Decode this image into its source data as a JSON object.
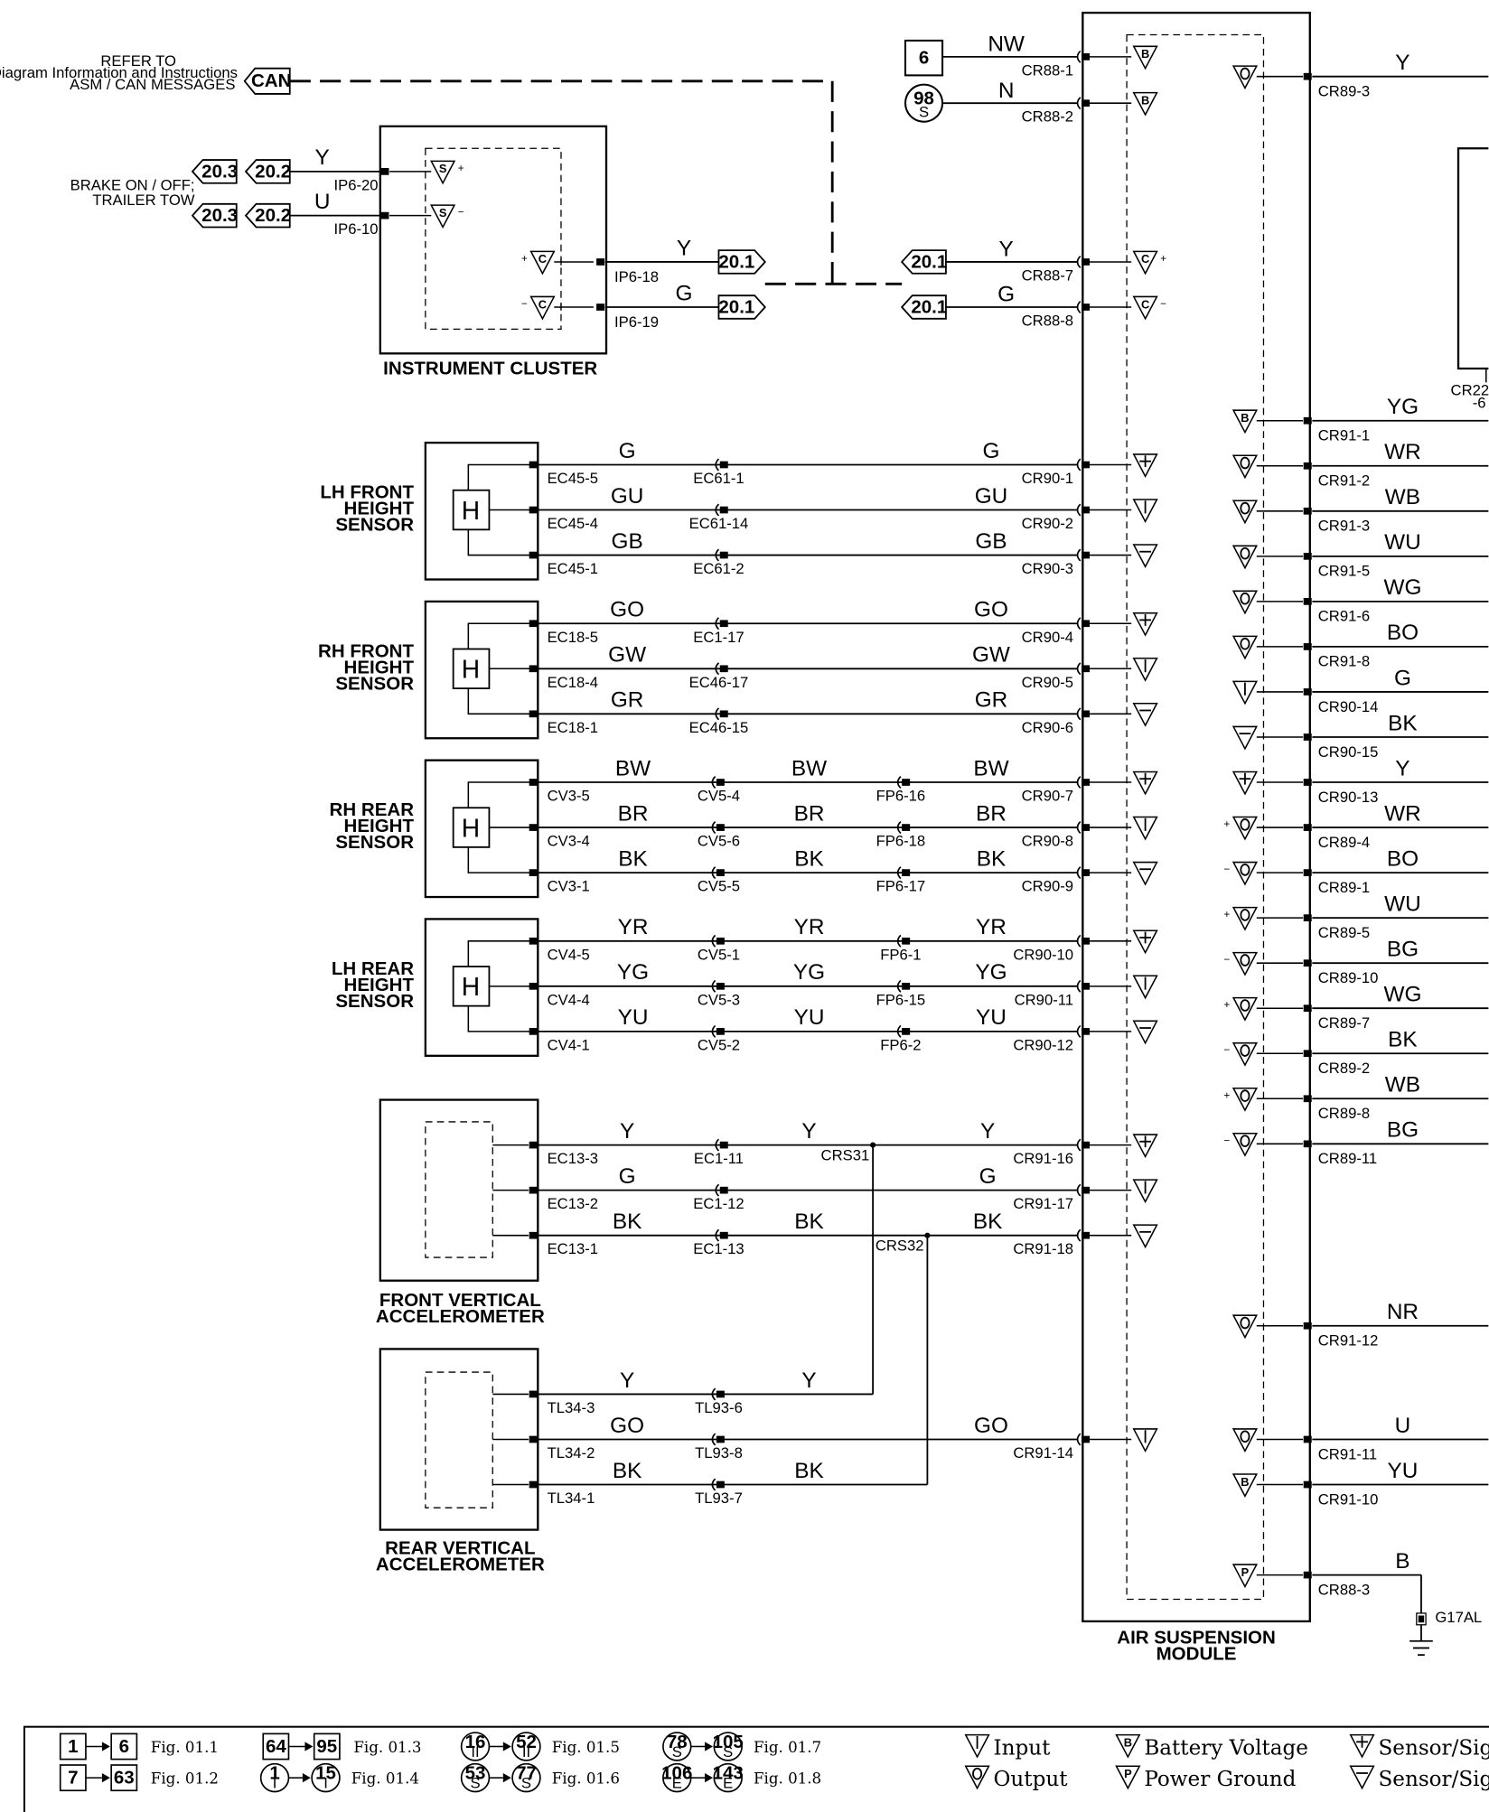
{
  "can_note": {
    "lines": [
      "REFER TO",
      "Diagram Information and Instructions",
      "ASM / CAN MESSAGES"
    ],
    "tag": "CAN"
  },
  "brake_note": [
    "BRAKE ON / OFF;",
    "TRAILER TOW"
  ],
  "instrument_cluster": {
    "name": "INSTRUMENT CLUSTER",
    "inputs": [
      {
        "refs": [
          "20.3",
          "20.2"
        ],
        "wire": "Y",
        "pin": "IP6-20",
        "sym": "S",
        "sign": "+"
      },
      {
        "refs": [
          "20.3",
          "20.2"
        ],
        "wire": "U",
        "pin": "IP6-10",
        "sym": "S",
        "sign": "−"
      }
    ],
    "outputs": [
      {
        "pin": "IP6-18",
        "wire": "Y",
        "ref": "20.1",
        "sym": "C",
        "sign": "+"
      },
      {
        "pin": "IP6-19",
        "wire": "G",
        "ref": "20.1",
        "sym": "C",
        "sign": "−"
      }
    ]
  },
  "asm_top_left": [
    {
      "box": "6",
      "wire": "NW",
      "pin": "CR88-1",
      "sym": "B"
    },
    {
      "circle": "98",
      "circle_sub": "S",
      "wire": "N",
      "pin": "CR88-2",
      "sym": "B"
    },
    {
      "ref": "20.1",
      "wire": "Y",
      "pin": "CR88-7",
      "sym": "C",
      "sign": "+"
    },
    {
      "ref": "20.1",
      "wire": "G",
      "pin": "CR88-8",
      "sym": "C",
      "sign": "−"
    }
  ],
  "sensors": [
    {
      "name": [
        "LH FRONT",
        "HEIGHT",
        "SENSOR"
      ],
      "wires": [
        {
          "pin": "EC45-5",
          "segs": [
            {
              "w": "G",
              "p": "EC61-1"
            }
          ],
          "w_end": "G",
          "asm": "CR90-1",
          "sym": "+"
        },
        {
          "pin": "EC45-4",
          "segs": [
            {
              "w": "GU",
              "p": "EC61-14"
            }
          ],
          "w_end": "GU",
          "asm": "CR90-2",
          "sym": "I"
        },
        {
          "pin": "EC45-1",
          "segs": [
            {
              "w": "GB",
              "p": "EC61-2"
            }
          ],
          "w_end": "GB",
          "asm": "CR90-3",
          "sym": "−"
        }
      ]
    },
    {
      "name": [
        "RH FRONT",
        "HEIGHT",
        "SENSOR"
      ],
      "wires": [
        {
          "pin": "EC18-5",
          "segs": [
            {
              "w": "GO",
              "p": "EC1-17"
            }
          ],
          "w_end": "GO",
          "asm": "CR90-4",
          "sym": "+"
        },
        {
          "pin": "EC18-4",
          "segs": [
            {
              "w": "GW",
              "p": "EC46-17"
            }
          ],
          "w_end": "GW",
          "asm": "CR90-5",
          "sym": "I"
        },
        {
          "pin": "EC18-1",
          "segs": [
            {
              "w": "GR",
              "p": "EC46-15"
            }
          ],
          "w_end": "GR",
          "asm": "CR90-6",
          "sym": "−"
        }
      ]
    },
    {
      "name": [
        "RH REAR",
        "HEIGHT",
        "SENSOR"
      ],
      "wires": [
        {
          "pin": "CV3-5",
          "segs": [
            {
              "w": "BW",
              "p": "CV5-4"
            },
            {
              "w": "BW",
              "p": "FP6-16"
            }
          ],
          "w_end": "BW",
          "asm": "CR90-7",
          "sym": "+"
        },
        {
          "pin": "CV3-4",
          "segs": [
            {
              "w": "BR",
              "p": "CV5-6"
            },
            {
              "w": "BR",
              "p": "FP6-18"
            }
          ],
          "w_end": "BR",
          "asm": "CR90-8",
          "sym": "I"
        },
        {
          "pin": "CV3-1",
          "segs": [
            {
              "w": "BK",
              "p": "CV5-5"
            },
            {
              "w": "BK",
              "p": "FP6-17"
            }
          ],
          "w_end": "BK",
          "asm": "CR90-9",
          "sym": "−"
        }
      ]
    },
    {
      "name": [
        "LH REAR",
        "HEIGHT",
        "SENSOR"
      ],
      "wires": [
        {
          "pin": "CV4-5",
          "segs": [
            {
              "w": "YR",
              "p": "CV5-1"
            },
            {
              "w": "YR",
              "p": "FP6-1"
            }
          ],
          "w_end": "YR",
          "asm": "CR90-10",
          "sym": "+"
        },
        {
          "pin": "CV4-4",
          "segs": [
            {
              "w": "YG",
              "p": "CV5-3"
            },
            {
              "w": "YG",
              "p": "FP6-15"
            }
          ],
          "w_end": "YG",
          "asm": "CR90-11",
          "sym": "I"
        },
        {
          "pin": "CV4-1",
          "segs": [
            {
              "w": "YU",
              "p": "CV5-2"
            },
            {
              "w": "YU",
              "p": "FP6-2"
            }
          ],
          "w_end": "YU",
          "asm": "CR90-12",
          "sym": "−"
        }
      ]
    }
  ],
  "front_accel": {
    "name": [
      "FRONT VERTICAL",
      "ACCELEROMETER"
    ],
    "wires": [
      {
        "pin": "EC13-3",
        "w1": "Y",
        "p": "EC1-11",
        "w2": "Y",
        "w_end": "Y",
        "asm": "CR91-16",
        "sym": "+"
      },
      {
        "pin": "EC13-2",
        "w1": "G",
        "p": "EC1-12",
        "w2": "",
        "w_end": "G",
        "asm": "CR91-17",
        "sym": "I"
      },
      {
        "pin": "EC13-1",
        "w1": "BK",
        "p": "EC1-13",
        "w2": "BK",
        "w_end": "BK",
        "asm": "CR91-18",
        "sym": "−"
      }
    ],
    "splices": [
      "CRS31",
      "CRS32"
    ]
  },
  "rear_accel": {
    "name": [
      "REAR VERTICAL",
      "ACCELEROMETER"
    ],
    "wires": [
      {
        "pin": "TL34-3",
        "w1": "Y",
        "p": "TL93-6",
        "w2": "Y"
      },
      {
        "pin": "TL34-2",
        "w1": "GO",
        "p": "TL93-8",
        "w2": "",
        "w_end": "GO",
        "asm": "CR91-14",
        "sym": "I"
      },
      {
        "pin": "TL34-1",
        "w1": "BK",
        "p": "TL93-7",
        "w2": "BK"
      }
    ]
  },
  "asm": {
    "name": [
      "AIR SUSPENSION",
      "MODULE"
    ],
    "right": [
      {
        "sym": "O",
        "sign": "",
        "wire": "Y",
        "pin": "CR89-3"
      },
      {
        "sym": "B",
        "sign": "",
        "wire": "YG",
        "pin": "CR91-1"
      },
      {
        "sym": "O",
        "sign": "",
        "wire": "WR",
        "pin": "CR91-2"
      },
      {
        "sym": "O",
        "sign": "",
        "wire": "WB",
        "pin": "CR91-3"
      },
      {
        "sym": "O",
        "sign": "",
        "wire": "WU",
        "pin": "CR91-5"
      },
      {
        "sym": "O",
        "sign": "",
        "wire": "WG",
        "pin": "CR91-6"
      },
      {
        "sym": "O",
        "sign": "",
        "wire": "BO",
        "pin": "CR91-8"
      },
      {
        "sym": "I",
        "sign": "",
        "wire": "G",
        "pin": "CR90-14"
      },
      {
        "sym": "−",
        "sign": "",
        "wire": "BK",
        "pin": "CR90-15"
      },
      {
        "sym": "+",
        "sign": "",
        "wire": "Y",
        "pin": "CR90-13"
      },
      {
        "sym": "O",
        "sign": "+",
        "wire": "WR",
        "pin": "CR89-4"
      },
      {
        "sym": "O",
        "sign": "−",
        "wire": "BO",
        "pin": "CR89-1"
      },
      {
        "sym": "O",
        "sign": "+",
        "wire": "WU",
        "pin": "CR89-5"
      },
      {
        "sym": "O",
        "sign": "−",
        "wire": "BG",
        "pin": "CR89-10"
      },
      {
        "sym": "O",
        "sign": "+",
        "wire": "WG",
        "pin": "CR89-7"
      },
      {
        "sym": "O",
        "sign": "−",
        "wire": "BK",
        "pin": "CR89-2"
      },
      {
        "sym": "O",
        "sign": "+",
        "wire": "WB",
        "pin": "CR89-8"
      },
      {
        "sym": "O",
        "sign": "−",
        "wire": "BG",
        "pin": "CR89-11"
      },
      {
        "sym": "O",
        "sign": "",
        "wire": "NR",
        "pin": "CR91-12"
      },
      {
        "sym": "O",
        "sign": "",
        "wire": "U",
        "pin": "CR91-11"
      },
      {
        "sym": "B",
        "sign": "",
        "wire": "YU",
        "pin": "CR91-10"
      },
      {
        "sym": "P",
        "sign": "",
        "wire": "B",
        "pin": "CR88-3"
      }
    ],
    "ground": "G17AL",
    "partial_label": [
      "CR22",
      "-6"
    ]
  },
  "legend": {
    "figs": [
      {
        "from": "1",
        "to": "6",
        "shape": "box",
        "sub": "",
        "fig": "Fig. 01.1"
      },
      {
        "from": "7",
        "to": "63",
        "shape": "box",
        "sub": "",
        "fig": "Fig. 01.2"
      },
      {
        "from": "64",
        "to": "95",
        "shape": "box",
        "sub": "",
        "fig": "Fig. 01.3"
      },
      {
        "from": "1",
        "to": "15",
        "shape": "circle",
        "sub": "I",
        "fig": "Fig. 01.4"
      },
      {
        "from": "16",
        "to": "52",
        "shape": "circle",
        "sub": "II",
        "fig": "Fig. 01.5"
      },
      {
        "from": "53",
        "to": "77",
        "shape": "circle",
        "sub": "S",
        "fig": "Fig. 01.6"
      },
      {
        "from": "78",
        "to": "105",
        "shape": "circle",
        "sub": "S",
        "fig": "Fig. 01.7"
      },
      {
        "from": "106",
        "to": "143",
        "shape": "circle",
        "sub": "E",
        "fig": "Fig. 01.8"
      }
    ],
    "symbols": [
      {
        "sym": "I",
        "label": "Input"
      },
      {
        "sym": "O",
        "label": "Output"
      },
      {
        "sym": "B",
        "label": "Battery Voltage"
      },
      {
        "sym": "P",
        "label": "Power Ground"
      },
      {
        "sym": "+",
        "label": "Sensor/Signal"
      },
      {
        "sym": "−",
        "label": "Sensor/Signal"
      }
    ]
  }
}
